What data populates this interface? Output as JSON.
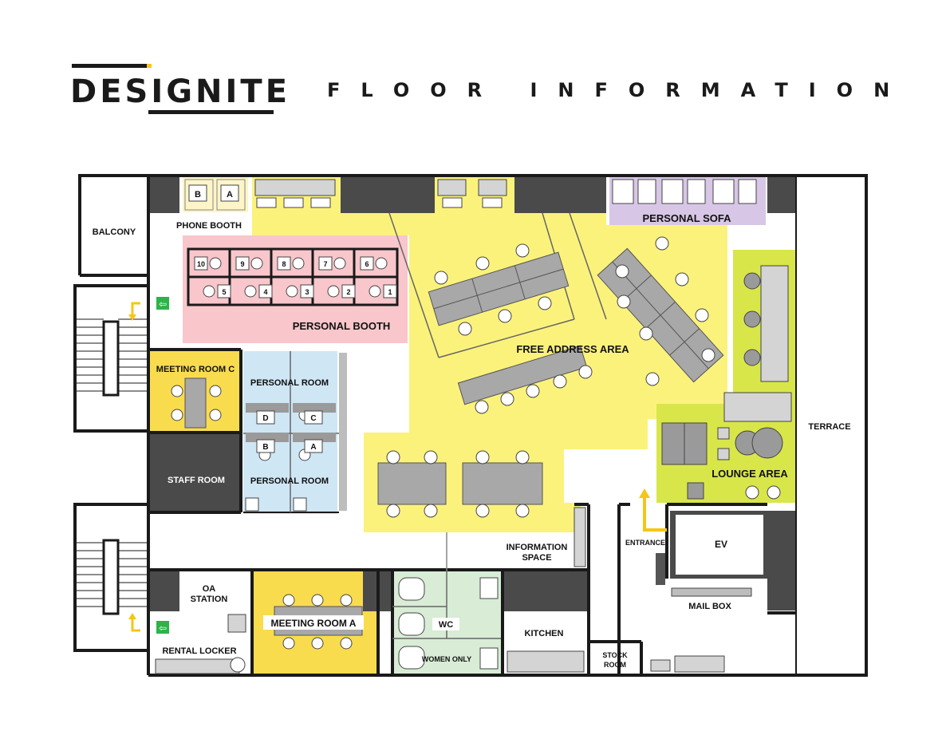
{
  "brand": {
    "logo_text": "DESIGNITE",
    "title": "FLOOR INFORMATION"
  },
  "colors": {
    "wall": "#1a1a1a",
    "dark_block": "#4a4a4a",
    "free_address": "#fbf27c",
    "personal_booth": "#f8c6cb",
    "personal_room": "#cfe6f5",
    "meeting_room": "#f9dc4e",
    "lounge": "#d8e64a",
    "personal_sofa": "#d8c6e6",
    "wc": "#d8ecd6",
    "arrow": "#f5c518",
    "exit_sign": "#2db34a"
  },
  "rooms": {
    "balcony": "BALCONY",
    "phone_booth": "PHONE BOOTH",
    "personal_booth": "PERSONAL BOOTH",
    "meeting_room_c": "MEETING ROOM C",
    "personal_room_top": "PERSONAL ROOM",
    "personal_room_bottom": "PERSONAL ROOM",
    "staff_room": "STAFF ROOM",
    "free_address_area": "FREE ADDRESS AREA",
    "personal_sofa": "PERSONAL SOFA",
    "lounge_area": "LOUNGE AREA",
    "terrace": "TERRACE",
    "information_space_1": "INFORMATION",
    "information_space_2": "SPACE",
    "entrance": "ENTRANCE",
    "ev": "EV",
    "mail_box": "MAIL BOX",
    "oa_station_1": "OA",
    "oa_station_2": "STATION",
    "rental_locker": "RENTAL LOCKER",
    "meeting_room_a": "MEETING ROOM A",
    "wc": "WC",
    "women_only": "WOMEN ONLY",
    "kitchen": "KITCHEN",
    "stock_room_1": "STOCK",
    "stock_room_2": "ROOM"
  },
  "phone_booths": [
    "B",
    "A"
  ],
  "booth_numbers_top": [
    "10",
    "9",
    "8",
    "7",
    "6"
  ],
  "booth_numbers_bottom": [
    "5",
    "4",
    "3",
    "2",
    "1"
  ],
  "personal_room_letters": [
    "D",
    "C",
    "B",
    "A"
  ]
}
